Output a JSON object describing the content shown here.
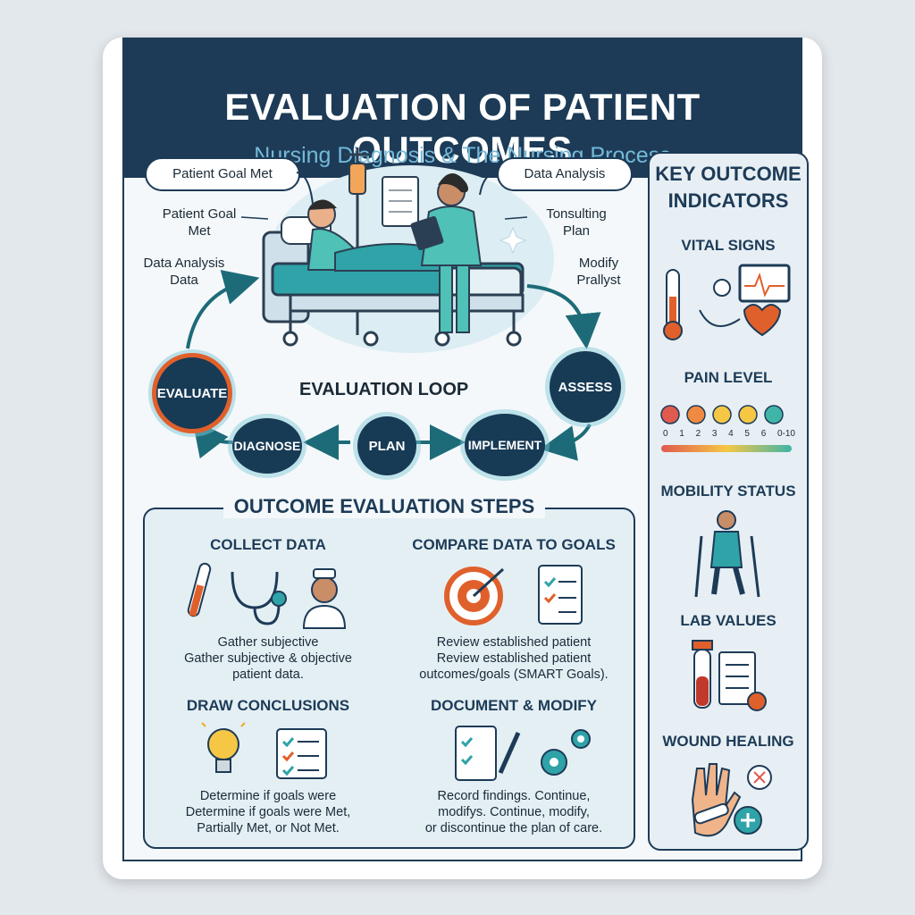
{
  "header": {
    "title": "EVALUATION OF PATIENT OUTCOMES",
    "subtitle": "Nursing Diagnosis & The Nursing Process"
  },
  "scene": {
    "pill_left": "Patient Goal Met",
    "pill_right": "Data Analysis",
    "note_goal": "Patient Goal\nMet",
    "note_data": "Data Analysis\nData",
    "note_consulting": "Tonsulting\nPlan",
    "note_modify": "Modify\nPrallyst"
  },
  "loop": {
    "label": "EVALUATION LOOP",
    "nodes": {
      "evaluate": "EVALUATE",
      "assess": "ASSESS",
      "diagnose": "DIAGNOSE",
      "plan": "PLAN",
      "implement": "IMPLEMENT"
    }
  },
  "steps": {
    "title": "OUTCOME EVALUATION STEPS",
    "collect": {
      "heading": "COLLECT DATA",
      "text": "Gather subjective\nGather subjective & objective\npatient data."
    },
    "compare": {
      "heading": "COMPARE DATA TO GOALS",
      "text": "Review established patient\nReview established patient\noutcomes/goals (SMART Goals)."
    },
    "draw": {
      "heading": "DRAW CONCLUSIONS",
      "text": "Determine if goals were\nDetermine if goals were Met,\nPartially Met, or Not Met."
    },
    "document": {
      "heading": "DOCUMENT & MODIFY",
      "text": "Record findings. Continue,\nmodifys. Continue, modify,\nor discontinue the plan of care."
    }
  },
  "indicators": {
    "title": "KEY OUTCOME\nINDICATORS",
    "vital_signs": "VITAL SIGNS",
    "pain_level": "PAIN LEVEL",
    "pain_scale": [
      "0",
      "1",
      "2",
      "3",
      "4",
      "5",
      "6",
      "0-10"
    ],
    "mobility": "MOBILITY STATUS",
    "lab_values": "LAB VALUES",
    "wound_healing": "WOUND HEALING"
  },
  "colors": {
    "navy": "#1d3b57",
    "teal": "#2fa3a8",
    "accent_orange": "#e0602c",
    "light_blue": "#74b9d8"
  }
}
